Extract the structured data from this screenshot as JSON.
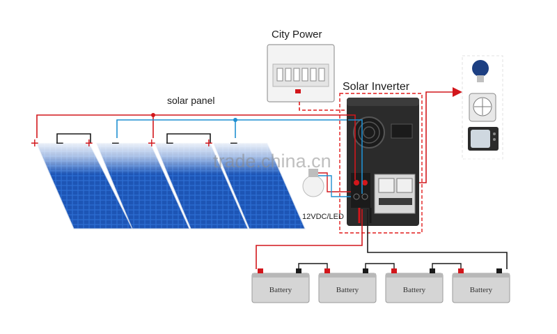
{
  "labels": {
    "city_power": "City Power",
    "solar_panel": "solar panel",
    "solar_inverter": "Solar Inverter",
    "dc_led": "12VDC/LED",
    "watermark": "trade.china.cn"
  },
  "batteries": [
    {
      "label": "Battery"
    },
    {
      "label": "Battery"
    },
    {
      "label": "Battery"
    },
    {
      "label": "Battery"
    }
  ],
  "panel_terminals": [
    "+",
    "−",
    "+",
    "−",
    "+",
    "−",
    "+",
    "−"
  ],
  "colors": {
    "positive_wire": "#d2161b",
    "negative_wire": "#1a1a1a",
    "ac_wire": "#1f8fd1",
    "panel_cell": "#1f5fbf",
    "frame_dashed": "#e21b1b"
  },
  "icons": [
    "led-bulb-icon",
    "fan-icon",
    "tv-icon",
    "dc-bulb-icon"
  ]
}
